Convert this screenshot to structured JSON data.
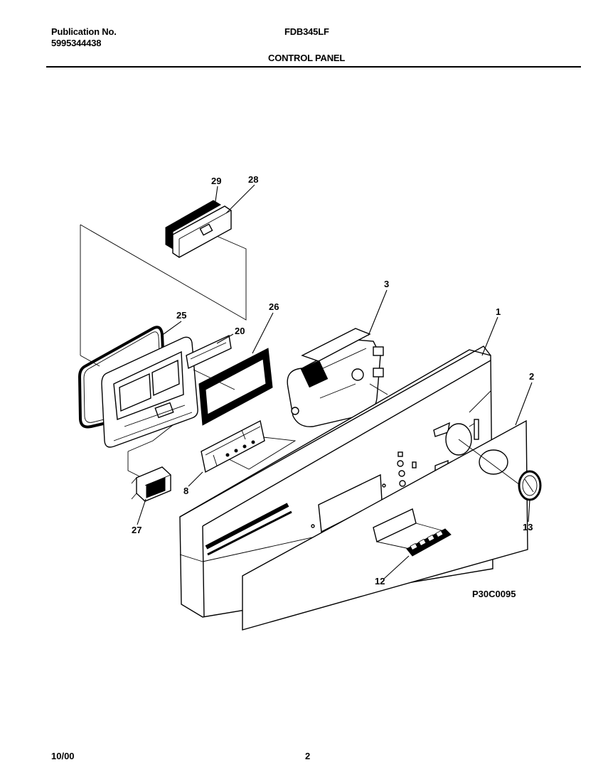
{
  "header": {
    "publication_label": "Publication No.",
    "publication_number": "5995344438",
    "model": "FDB345LF",
    "section_title": "CONTROL PANEL"
  },
  "diagram": {
    "code": "P30C0095",
    "callouts": [
      "29",
      "28",
      "3",
      "25",
      "26",
      "20",
      "1",
      "2",
      "8",
      "27",
      "13",
      "12"
    ]
  },
  "footer": {
    "date": "10/00",
    "page": "2"
  }
}
